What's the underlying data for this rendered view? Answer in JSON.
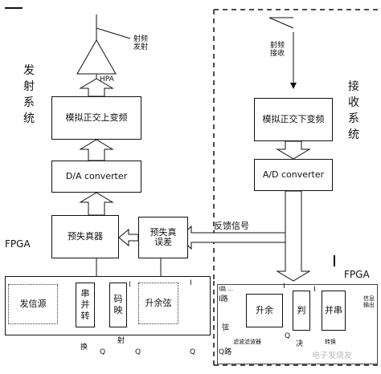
{
  "transmit": {
    "antenna_label": "射频\n发射",
    "hpa": "HPA",
    "system_label": "发射系统",
    "upconverter": "模拟正交上变频",
    "dac": "D/A converter",
    "predistorter": "预失真器",
    "error_block": "预失真\n误差",
    "fpga": "FPGA",
    "source": "发信源",
    "sp_convert": "串\n并\n转",
    "mapper": "码\n映",
    "rrc": "升余弦",
    "mark_i": "I",
    "mark_i2": "I",
    "bottom_left_text": "换",
    "bottom_q1": "Q",
    "bottom_she": "射",
    "bottom_q2": "Q",
    "bottom_q3": "Q"
  },
  "receive": {
    "antenna_label": "射频\n接收",
    "system_label": "接收系统",
    "downconverter": "模拟正交下变频",
    "adc": "A/D converter",
    "feedback": "反馈信号",
    "fpga": "FPGA",
    "top_small": "I路 ...",
    "i_path": "I路",
    "xian": "弦",
    "q_path": "Q路",
    "rrc": "升余",
    "decide": "判",
    "ps_convert": "并串",
    "mark_i": "I",
    "mark_i2": "I",
    "output": "信息\n输出",
    "q_mark": "Q",
    "sub_text": "滤波滤波器",
    "jue": "决",
    "zhuanhuan": "转换",
    "watermark": "电子发烧友"
  }
}
